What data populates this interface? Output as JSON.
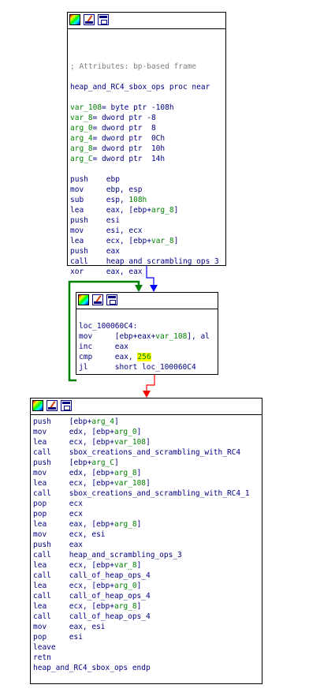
{
  "colors": {
    "edge_true": "#008000",
    "edge_false": "#0000ff",
    "edge_uncond": "#ff0000",
    "highlight": "#ffff00"
  },
  "block1": {
    "comment": "; Attributes: bp-based frame",
    "proc_line": "heap_and_RC4_sbox_ops proc near",
    "vars": [
      {
        "name": "var_108",
        "def": "= byte ptr -108h"
      },
      {
        "name": "var_8",
        "def": "= dword ptr -8"
      },
      {
        "name": "arg_0",
        "def": "= dword ptr  8"
      },
      {
        "name": "arg_4",
        "def": "= dword ptr  0Ch"
      },
      {
        "name": "arg_8",
        "def": "= dword ptr  10h"
      },
      {
        "name": "arg_C",
        "def": "= dword ptr  14h"
      }
    ],
    "code": [
      {
        "op": "push",
        "args": "ebp"
      },
      {
        "op": "mov",
        "args": "ebp, esp"
      },
      {
        "op": "sub",
        "args": "esp, 108h"
      },
      {
        "op": "lea",
        "args": "eax, [ebp+arg_8]"
      },
      {
        "op": "push",
        "args": "esi"
      },
      {
        "op": "mov",
        "args": "esi, ecx"
      },
      {
        "op": "lea",
        "args": "ecx, [ebp+var_8]"
      },
      {
        "op": "push",
        "args": "eax"
      },
      {
        "op": "call",
        "args": "heap_and_scrambling_ops_3"
      },
      {
        "op": "xor",
        "args": "eax, eax"
      }
    ]
  },
  "block2": {
    "label": "loc_100060C4:",
    "code": [
      {
        "op": "mov",
        "args": "[ebp+eax+var_108], al"
      },
      {
        "op": "inc",
        "args": "eax"
      },
      {
        "op": "cmp",
        "args": "eax, ",
        "hl": "256"
      },
      {
        "op": "jl",
        "args": "short loc_100060C4"
      }
    ]
  },
  "block3": {
    "code": [
      {
        "op": "push",
        "args": "[ebp+arg_4]"
      },
      {
        "op": "mov",
        "args": "edx, [ebp+arg_0]"
      },
      {
        "op": "lea",
        "args": "ecx, [ebp+var_108]"
      },
      {
        "op": "call",
        "args": "sbox_creations_and_scrambling_with_RC4"
      },
      {
        "op": "push",
        "args": "[ebp+arg_C]"
      },
      {
        "op": "mov",
        "args": "edx, [ebp+arg_8]"
      },
      {
        "op": "lea",
        "args": "ecx, [ebp+var_108]"
      },
      {
        "op": "call",
        "args": "sbox_creations_and_scrambling_with_RC4_1"
      },
      {
        "op": "pop",
        "args": "ecx"
      },
      {
        "op": "pop",
        "args": "ecx"
      },
      {
        "op": "lea",
        "args": "eax, [ebp+arg_8]"
      },
      {
        "op": "mov",
        "args": "ecx, esi"
      },
      {
        "op": "push",
        "args": "eax"
      },
      {
        "op": "call",
        "args": "heap_and_scrambling_ops_3"
      },
      {
        "op": "lea",
        "args": "ecx, [ebp+var_8]"
      },
      {
        "op": "call",
        "args": "call_of_heap_ops_4"
      },
      {
        "op": "lea",
        "args": "ecx, [ebp+arg_0]"
      },
      {
        "op": "call",
        "args": "call_of_heap_ops_4"
      },
      {
        "op": "lea",
        "args": "ecx, [ebp+arg_8]"
      },
      {
        "op": "call",
        "args": "call_of_heap_ops_4"
      },
      {
        "op": "mov",
        "args": "eax, esi"
      },
      {
        "op": "pop",
        "args": "esi"
      },
      {
        "op": "leave",
        "args": ""
      },
      {
        "op": "retn",
        "args": ""
      }
    ],
    "endp": "heap_and_RC4_sbox_ops endp"
  },
  "icons": [
    "graph-colors-icon",
    "edit-node-icon",
    "node-view-icon"
  ]
}
